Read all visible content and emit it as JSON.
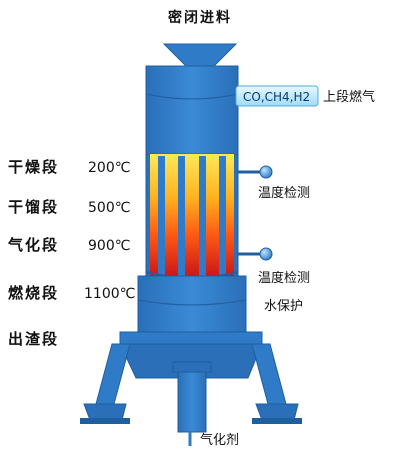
{
  "diagram": {
    "title": "密闭进料",
    "gas_outlet": {
      "composition": "CO,CH4,H2",
      "label": "上段燃气"
    },
    "stages": [
      {
        "name": "干燥段",
        "temp": "200℃"
      },
      {
        "name": "干馏段",
        "temp": "500℃"
      },
      {
        "name": "气化段",
        "temp": "900℃"
      },
      {
        "name": "燃烧段",
        "temp": "1100℃"
      },
      {
        "name": "出渣段",
        "temp": ""
      }
    ],
    "sensors": [
      {
        "label": "温度检测"
      },
      {
        "label": "温度检测"
      }
    ],
    "water_protection": "水保护",
    "gasifier_inlet": "气化剂",
    "colors": {
      "vessel": "#2f7bc8",
      "vessel_dark": "#1f5f9f",
      "fire_top": "#ffe85a",
      "fire_mid": "#ff8a1a",
      "fire_bottom": "#c8141a",
      "gas_pipe": "#bfe9ff"
    }
  }
}
